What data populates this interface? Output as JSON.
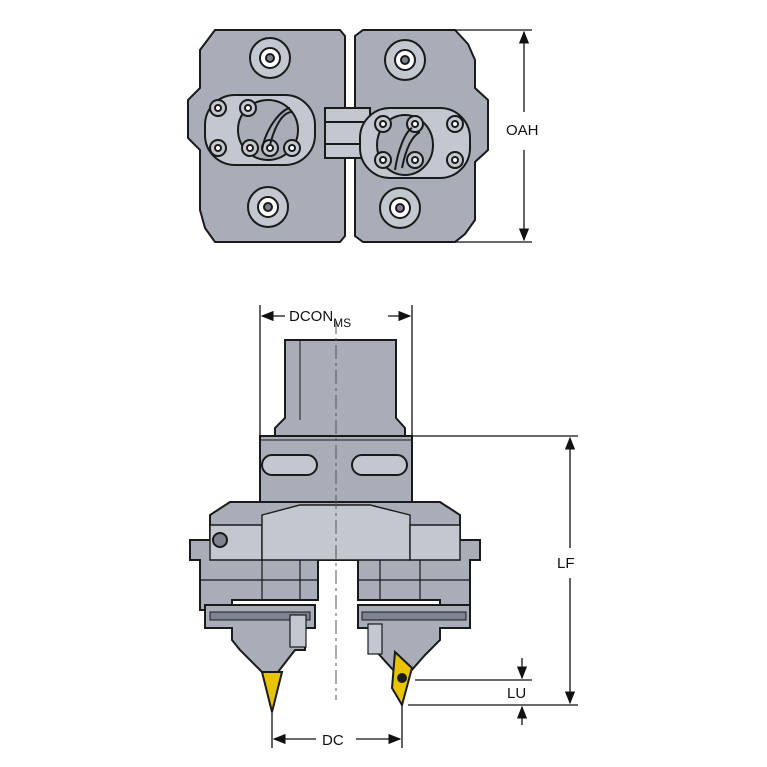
{
  "dimensions": {
    "oah": "OAH",
    "dcon_main": "DCON",
    "dcon_sub": "MS",
    "lf": "LF",
    "lu": "LU",
    "dc": "DC"
  },
  "colors": {
    "body": "#a8adb8",
    "body_light": "#c3c7cf",
    "body_dark": "#7d8390",
    "outline": "#1a1a1a",
    "insert": "#e8c400",
    "background": "#ffffff"
  }
}
